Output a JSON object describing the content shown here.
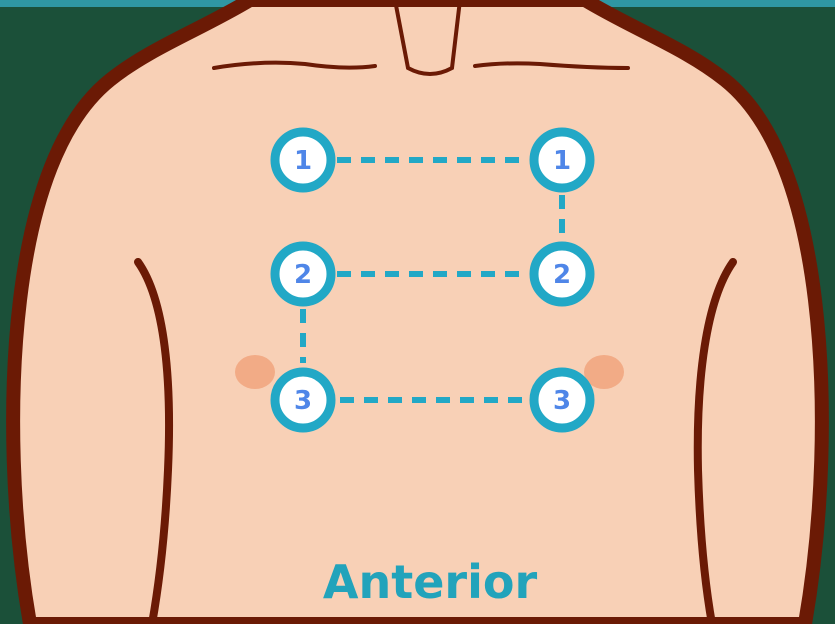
{
  "view_label": "Anterior",
  "auscultation_points": [
    {
      "label": "1",
      "side": "right"
    },
    {
      "label": "1",
      "side": "left"
    },
    {
      "label": "2",
      "side": "right"
    },
    {
      "label": "2",
      "side": "left"
    },
    {
      "label": "3",
      "side": "right"
    },
    {
      "label": "3",
      "side": "left"
    }
  ],
  "colors": {
    "background": "#1b5039",
    "top_bar": "#2f97a3",
    "skin": "#f8d0b6",
    "outline": "#6b1a05",
    "nipple": "#f2ab86",
    "ring": "#22a8c6",
    "number": "#4f86e8",
    "caption": "#22a3bb"
  }
}
